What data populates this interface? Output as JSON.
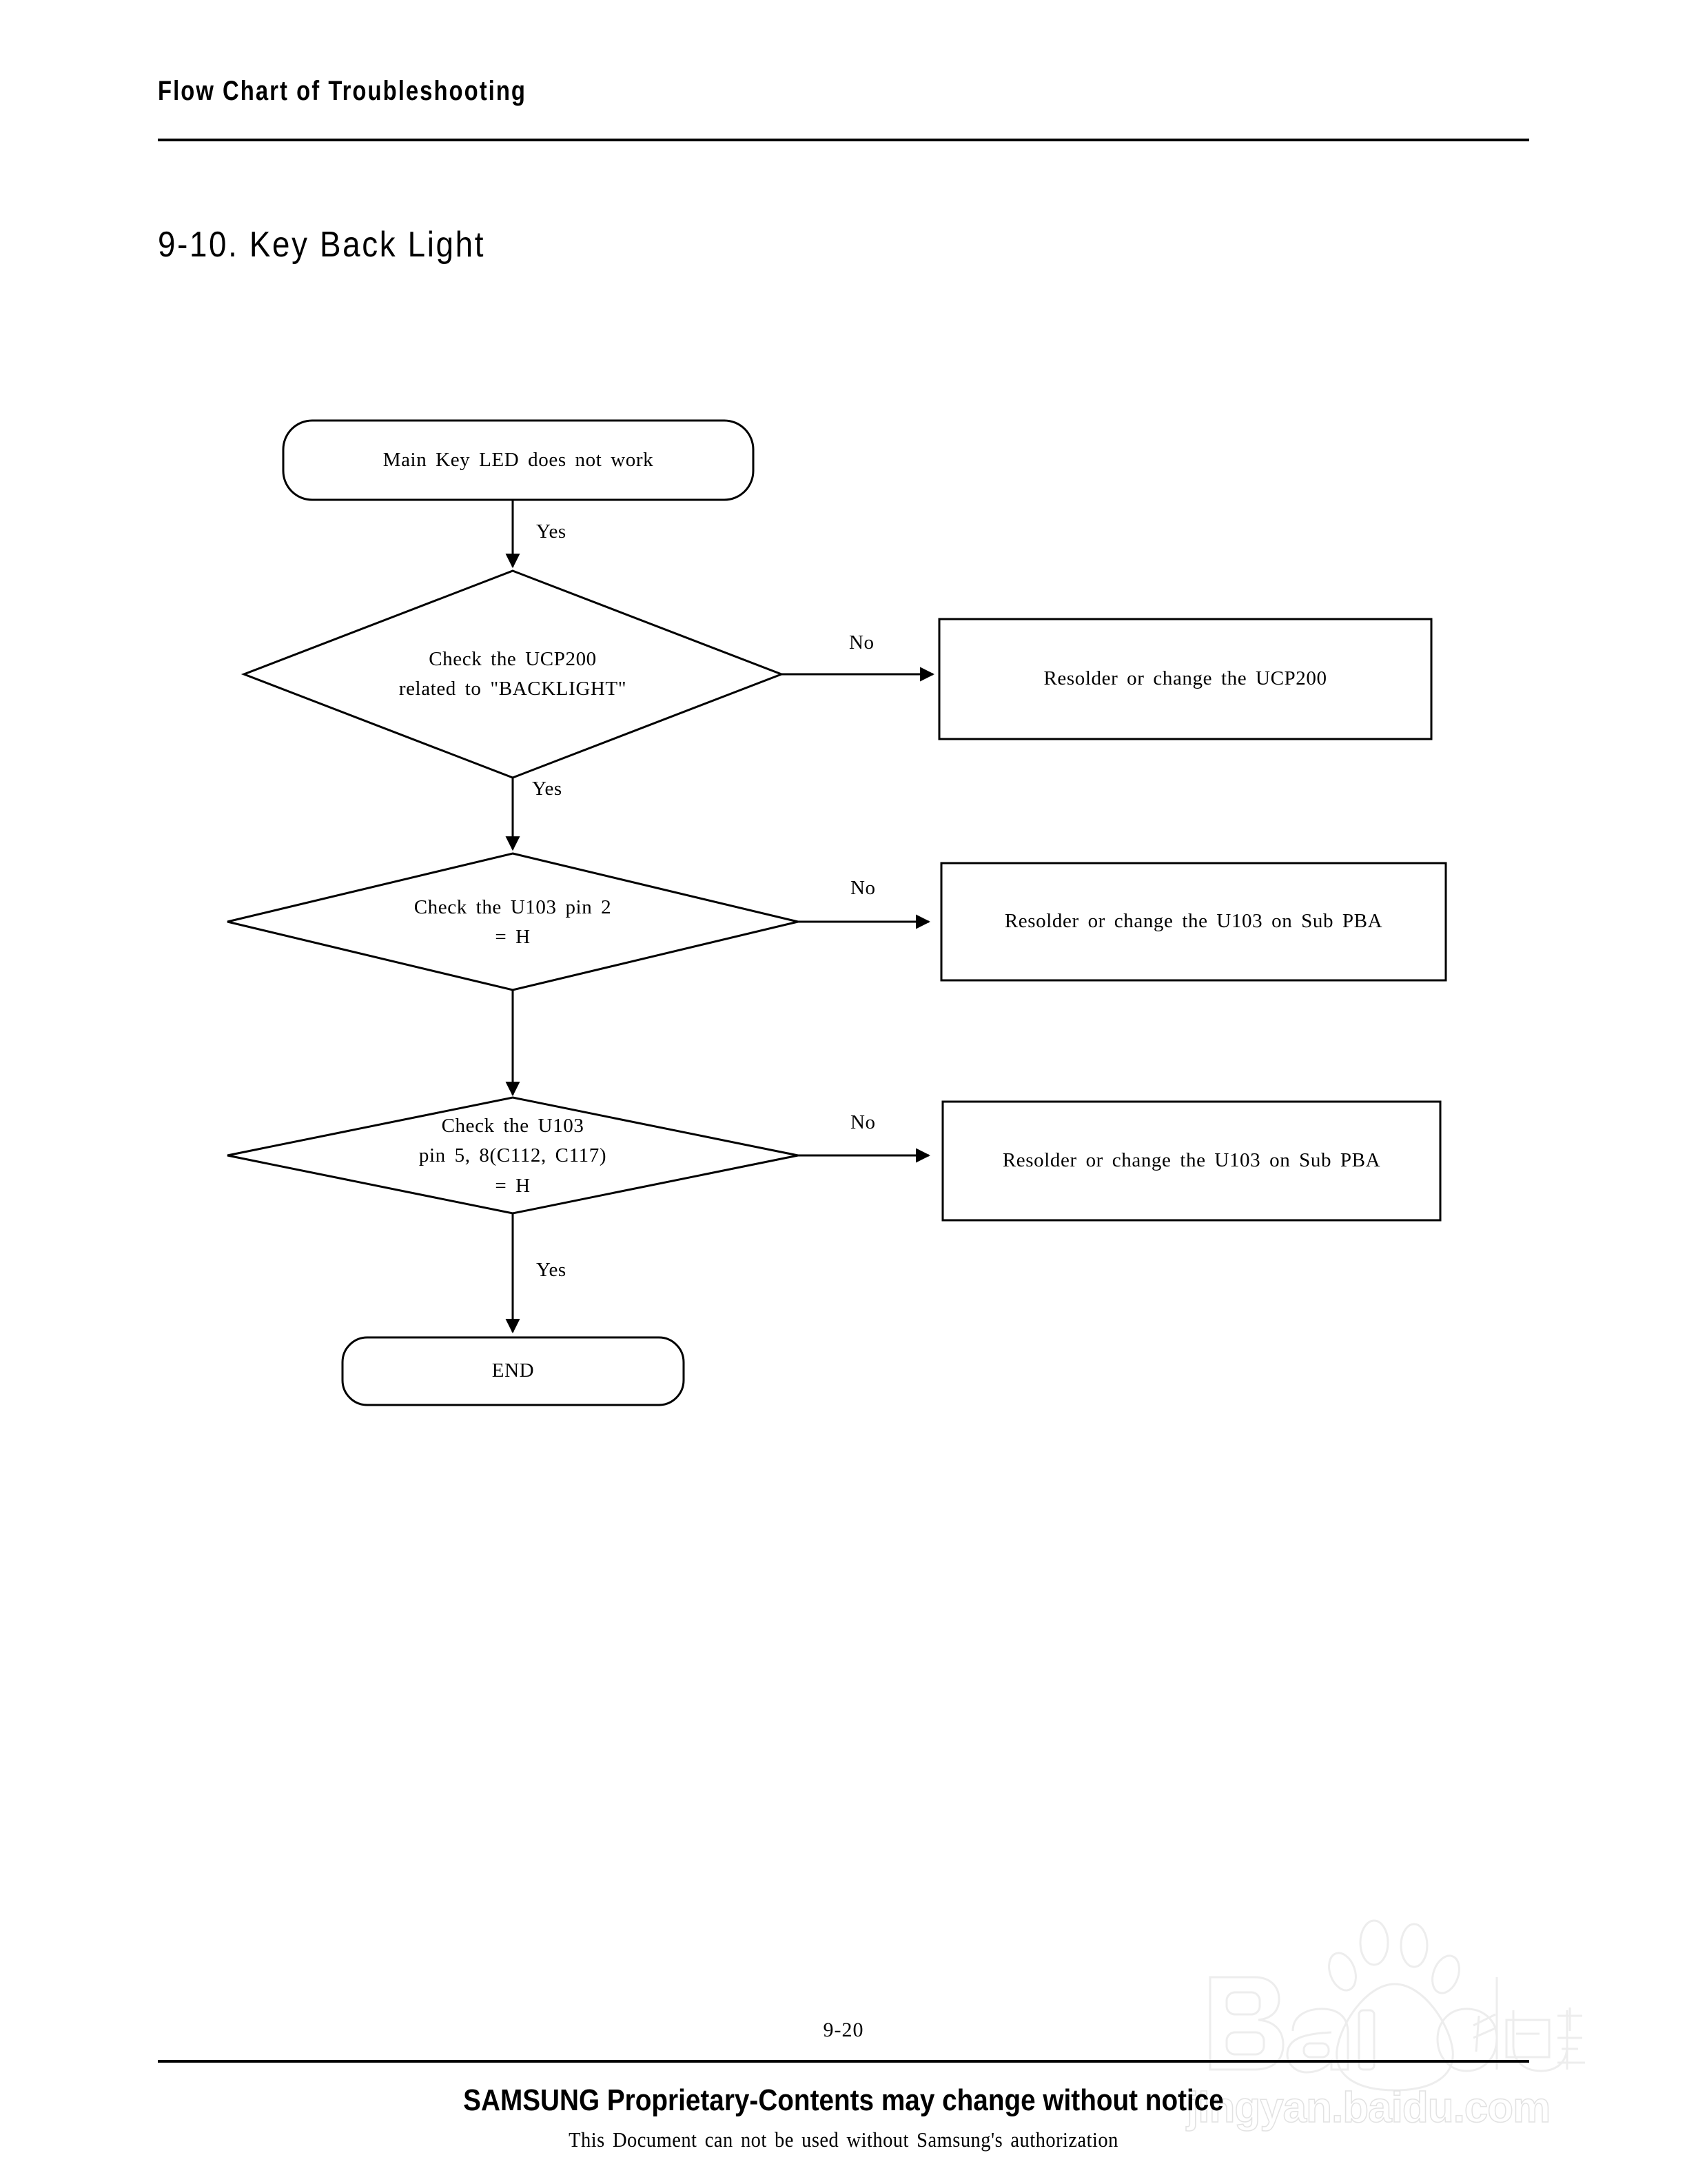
{
  "header": {
    "running_title": "Flow Chart of Troubleshooting"
  },
  "section": {
    "title": "9-10.  Key  Back  Light"
  },
  "flow": {
    "start": {
      "label": "Main Key LED does not work"
    },
    "decisions": [
      {
        "label": "Check the UCP200\nrelated to \"BACKLIGHT\"",
        "yes": "Yes",
        "no": "No"
      },
      {
        "label": "Check the U103 pin 2\n= H",
        "yes": "",
        "no": "No"
      },
      {
        "label": "Check the U103\npin 5, 8(C112, C117)\n= H",
        "yes": "Yes",
        "no": "No"
      }
    ],
    "actions": [
      {
        "label": "Resolder or change the UCP200"
      },
      {
        "label": "Resolder or change the U103 on Sub PBA"
      },
      {
        "label": "Resolder or change the U103 on Sub PBA"
      }
    ],
    "first_branch_label": "Yes",
    "end": {
      "label": "END"
    }
  },
  "footer": {
    "page_number": "9-20",
    "notice": "SAMSUNG Proprietary-Contents may change without notice",
    "disclaimer": "This Document can not be used without Samsung's authorization"
  },
  "watermark": {
    "brand": "Baidu",
    "brand_cn": "经验",
    "url": "jingyan.baidu.com"
  },
  "colors": {
    "ink": "#000000",
    "paper": "#ffffff",
    "watermark": "#ededed"
  }
}
